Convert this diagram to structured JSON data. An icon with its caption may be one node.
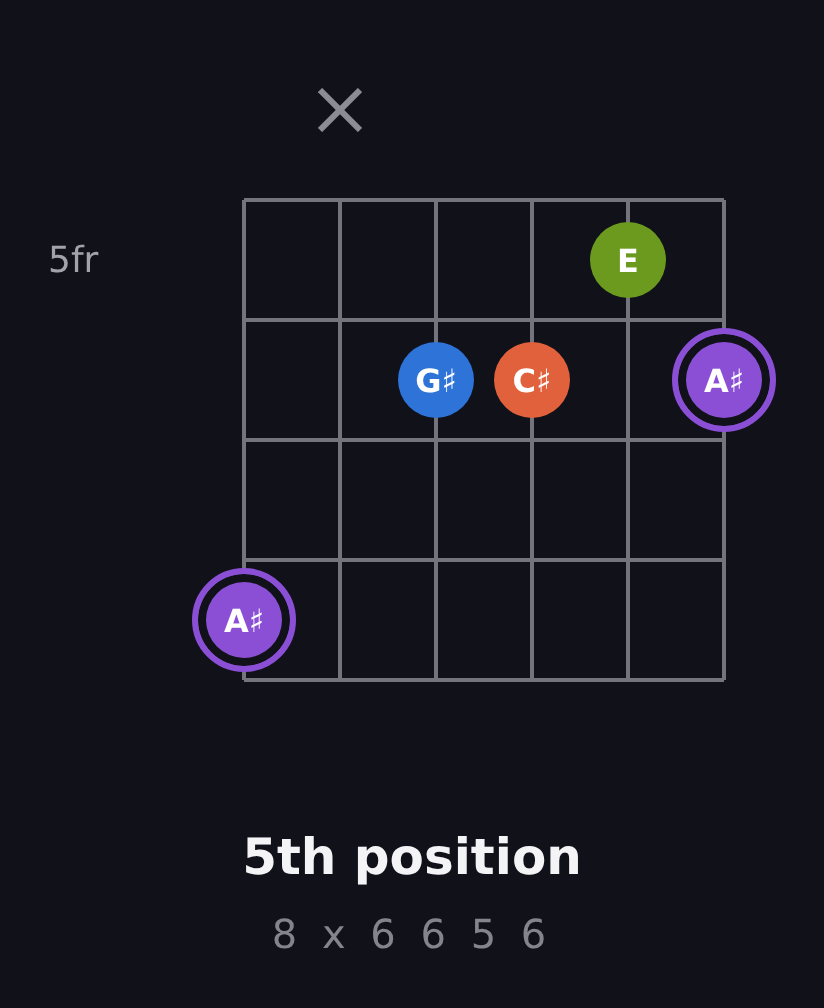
{
  "diagram": {
    "title": "5th position",
    "nodes": [
      {
        "text": [
          "E"
        ]
      },
      {
        "text": [
          "G♯"
        ]
      },
      {
        "text": [
          "C♯"
        ]
      },
      {
        "text": [
          "A♯"
        ]
      },
      {
        "text": [
          "A♯"
        ]
      }
    ],
    "labels": [
      "5fr",
      "8 x 6 6 5 6"
    ]
  }
}
